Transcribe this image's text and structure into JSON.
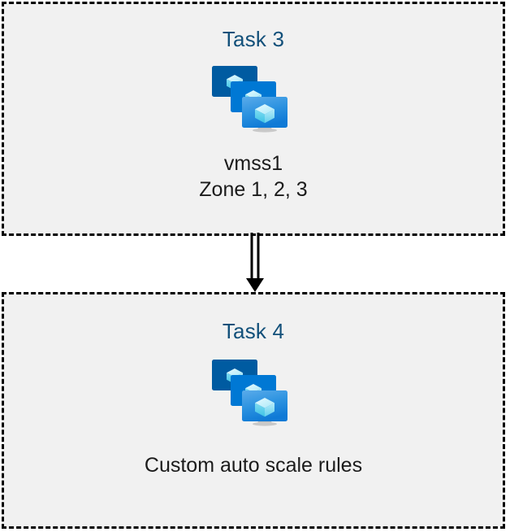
{
  "diagram": {
    "background_color": "#ffffff",
    "box_fill_color": "#f1f1f1",
    "box_border_color": "#000000",
    "title_color": "#12507a",
    "caption_color": "#1b1b1b",
    "connector": {
      "name": "double-line-arrow",
      "direction": "down",
      "from": "Task 3",
      "to": "Task 4",
      "color": "#000000"
    },
    "icon_palette": {
      "back_monitor": "#005ba1",
      "middle_monitor": "#0078d4",
      "front_monitor_top": "#50a6e8",
      "front_monitor_bottom": "#0f7ad6",
      "cube_light": "#c3f1fb",
      "cube_mid": "#9ce4f7",
      "cube_accent": "#32bedd",
      "stand": "#b3b3b3"
    },
    "boxes": [
      {
        "id": "task-3",
        "title": "Task 3",
        "icon": "virtual-machine-scale-set-icon",
        "caption_lines": [
          "vmss1",
          "Zone 1, 2, 3"
        ]
      },
      {
        "id": "task-4",
        "title": "Task 4",
        "icon": "virtual-machine-scale-set-icon",
        "caption_lines": [
          "Custom auto scale rules"
        ]
      }
    ]
  }
}
